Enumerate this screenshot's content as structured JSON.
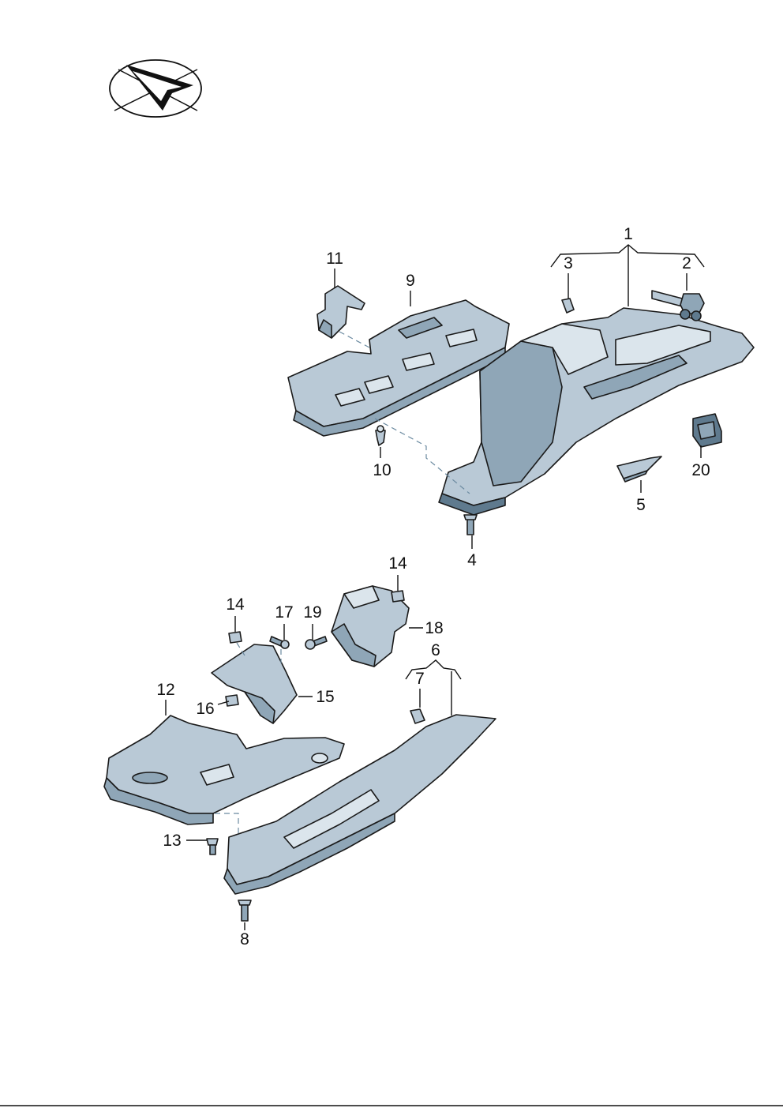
{
  "logo": {
    "icon": "orientation-arrow-logo"
  },
  "colors": {
    "part_fill": "#b9c9d6",
    "part_shade": "#8fa6b7",
    "part_dark": "#5f7a8e",
    "part_light": "#dbe5ec",
    "line": "#1a1a1a"
  },
  "labels": {
    "l1": "1",
    "l2": "2",
    "l3": "3",
    "l4": "4",
    "l5": "5",
    "l6": "6",
    "l7": "7",
    "l8": "8",
    "l9": "9",
    "l10": "10",
    "l11": "11",
    "l12": "12",
    "l13": "13",
    "l14a": "14",
    "l14b": "14",
    "l15": "15",
    "l16": "16",
    "l17": "17",
    "l18": "18",
    "l19": "19",
    "l20": "20"
  }
}
